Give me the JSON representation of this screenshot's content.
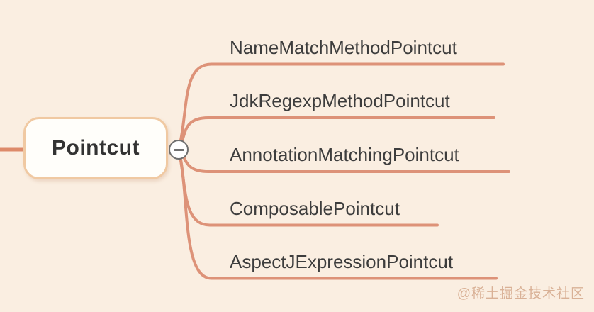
{
  "diagram": {
    "type": "mindmap",
    "root": {
      "label": "Pointcut"
    },
    "children": [
      {
        "label": "NameMatchMethodPointcut"
      },
      {
        "label": "JdkRegexpMethodPointcut"
      },
      {
        "label": "AnnotationMatchingPointcut"
      },
      {
        "label": "ComposablePointcut"
      },
      {
        "label": "AspectJExpressionPointcut"
      }
    ],
    "collapse_button_state": "expanded"
  },
  "watermark": {
    "text": "@稀土掘金技术社区"
  },
  "colors": {
    "background": "#faeee1",
    "branch": "#dd9278",
    "trunk_stub": "#dd8a6a",
    "node_border": "#f0c9a2",
    "node_fill": "#fffefa",
    "node_text": "#333333",
    "child_text": "#3d3d3d",
    "button_border": "#6f6f6f",
    "watermark_text": "#d9b196"
  }
}
